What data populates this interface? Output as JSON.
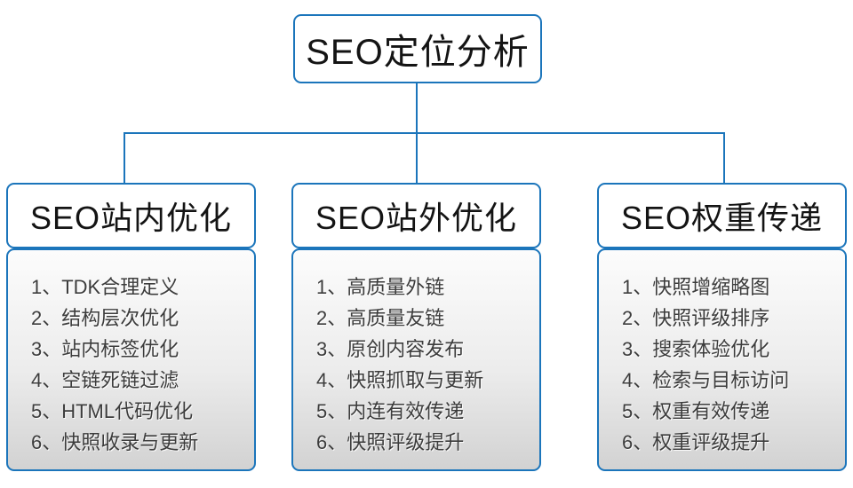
{
  "colors": {
    "accent": "#1b75bb",
    "panel_gradient_top": "#fcfcfc",
    "panel_gradient_bottom": "#d2d2d2",
    "heading_text": "#141414",
    "list_text": "#3c3c3c"
  },
  "diagram": {
    "root_label": "SEO定位分析",
    "branches": [
      {
        "title": "SEO站内优化",
        "items": [
          "1、TDK合理定义",
          "2、结构层次优化",
          "3、站内标签优化",
          "4、空链死链过滤",
          "5、HTML代码优化",
          "6、快照收录与更新"
        ]
      },
      {
        "title": "SEO站外优化",
        "items": [
          "1、高质量外链",
          "2、高质量友链",
          "3、原创内容发布",
          "4、快照抓取与更新",
          "5、内连有效传递",
          "6、快照评级提升"
        ]
      },
      {
        "title": "SEO权重传递",
        "items": [
          "1、快照增缩略图",
          "2、快照评级排序",
          "3、搜索体验优化",
          "4、检索与目标访问",
          "5、权重有效传递",
          "6、权重评级提升"
        ]
      }
    ]
  }
}
